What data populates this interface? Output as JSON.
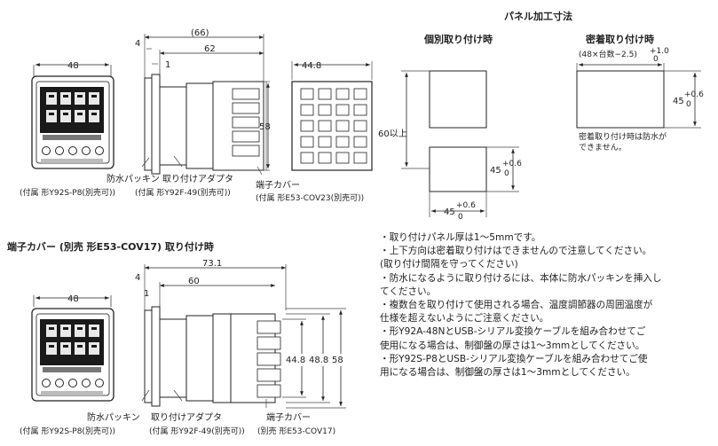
{
  "panel_cutout": {
    "title": "パネル加工寸法",
    "individual": "個別取り付け時",
    "gang": "密着取り付け時",
    "gang_formula": "(48×台数−2.5)",
    "gang_formula_tol": "+1.0",
    "gang_formula_tol2": "0",
    "dim_45": "45",
    "tol_plus": "+0.6",
    "tol_zero": "0",
    "dim_60": "60以上",
    "waterproof_note_1": "密着取り付け時は防水が",
    "waterproof_note_2": "できません。"
  },
  "top_drawing": {
    "dim_48": "48",
    "dim_4": "4",
    "dim_66": "(66)",
    "dim_62": "62",
    "dim_1": "1",
    "dim_58": "58",
    "dim_44_8": "44.8",
    "label_packing": "防水パッキン",
    "label_packing_sub": "(付属 形Y92S-P8(別売可))",
    "label_adapter": "取り付けアダプタ",
    "label_adapter_sub": "(付属 形Y92F-49(別売可))",
    "label_cover": "端子カバー",
    "label_cover_sub": "(付属 形E53-COV23(別売可))"
  },
  "bottom_drawing": {
    "heading": "端子カバー (別売 形E53-COV17) 取り付け時",
    "dim_48": "48",
    "dim_73_1": "73.1",
    "dim_60": "60",
    "dim_4": "4",
    "dim_1": "1",
    "dim_44_8": "44.8",
    "dim_48_8": "48.8",
    "dim_58": "58",
    "label_packing": "防水パッキン",
    "label_packing_sub": "(付属 形Y92S-P8(別売可))",
    "label_adapter": "取り付けアダプタ",
    "label_adapter_sub": "(付属 形Y92F-49(別売可))",
    "label_cover": "端子カバー",
    "label_cover_sub": "(別売 形E53-COV17)"
  },
  "notes": [
    "・取り付けパネル厚は1〜5mmです。",
    "・上下方向は密着取り付けはできませんので注意してください。",
    "  (取り付け間隔を守ってください)",
    "・防水になるように取り付けるには、本体に防水パッキンを挿入し",
    "  てください。",
    "・複数台を取り付けて使用される場合、温度調節器の周囲温度が",
    "  仕様を超えないようにご注意ください。",
    "・形Y92A-48NとUSB-シリアル変換ケーブルを組み合わせてご",
    "  使用になる場合は、制御盤の厚さは1〜3mmとしてください。",
    "・形Y92S-P8とUSB-シリアル変換ケーブルを組み合わせてご使",
    "  用になる場合は、制御盤の厚さは1〜3mmとしてください。"
  ]
}
